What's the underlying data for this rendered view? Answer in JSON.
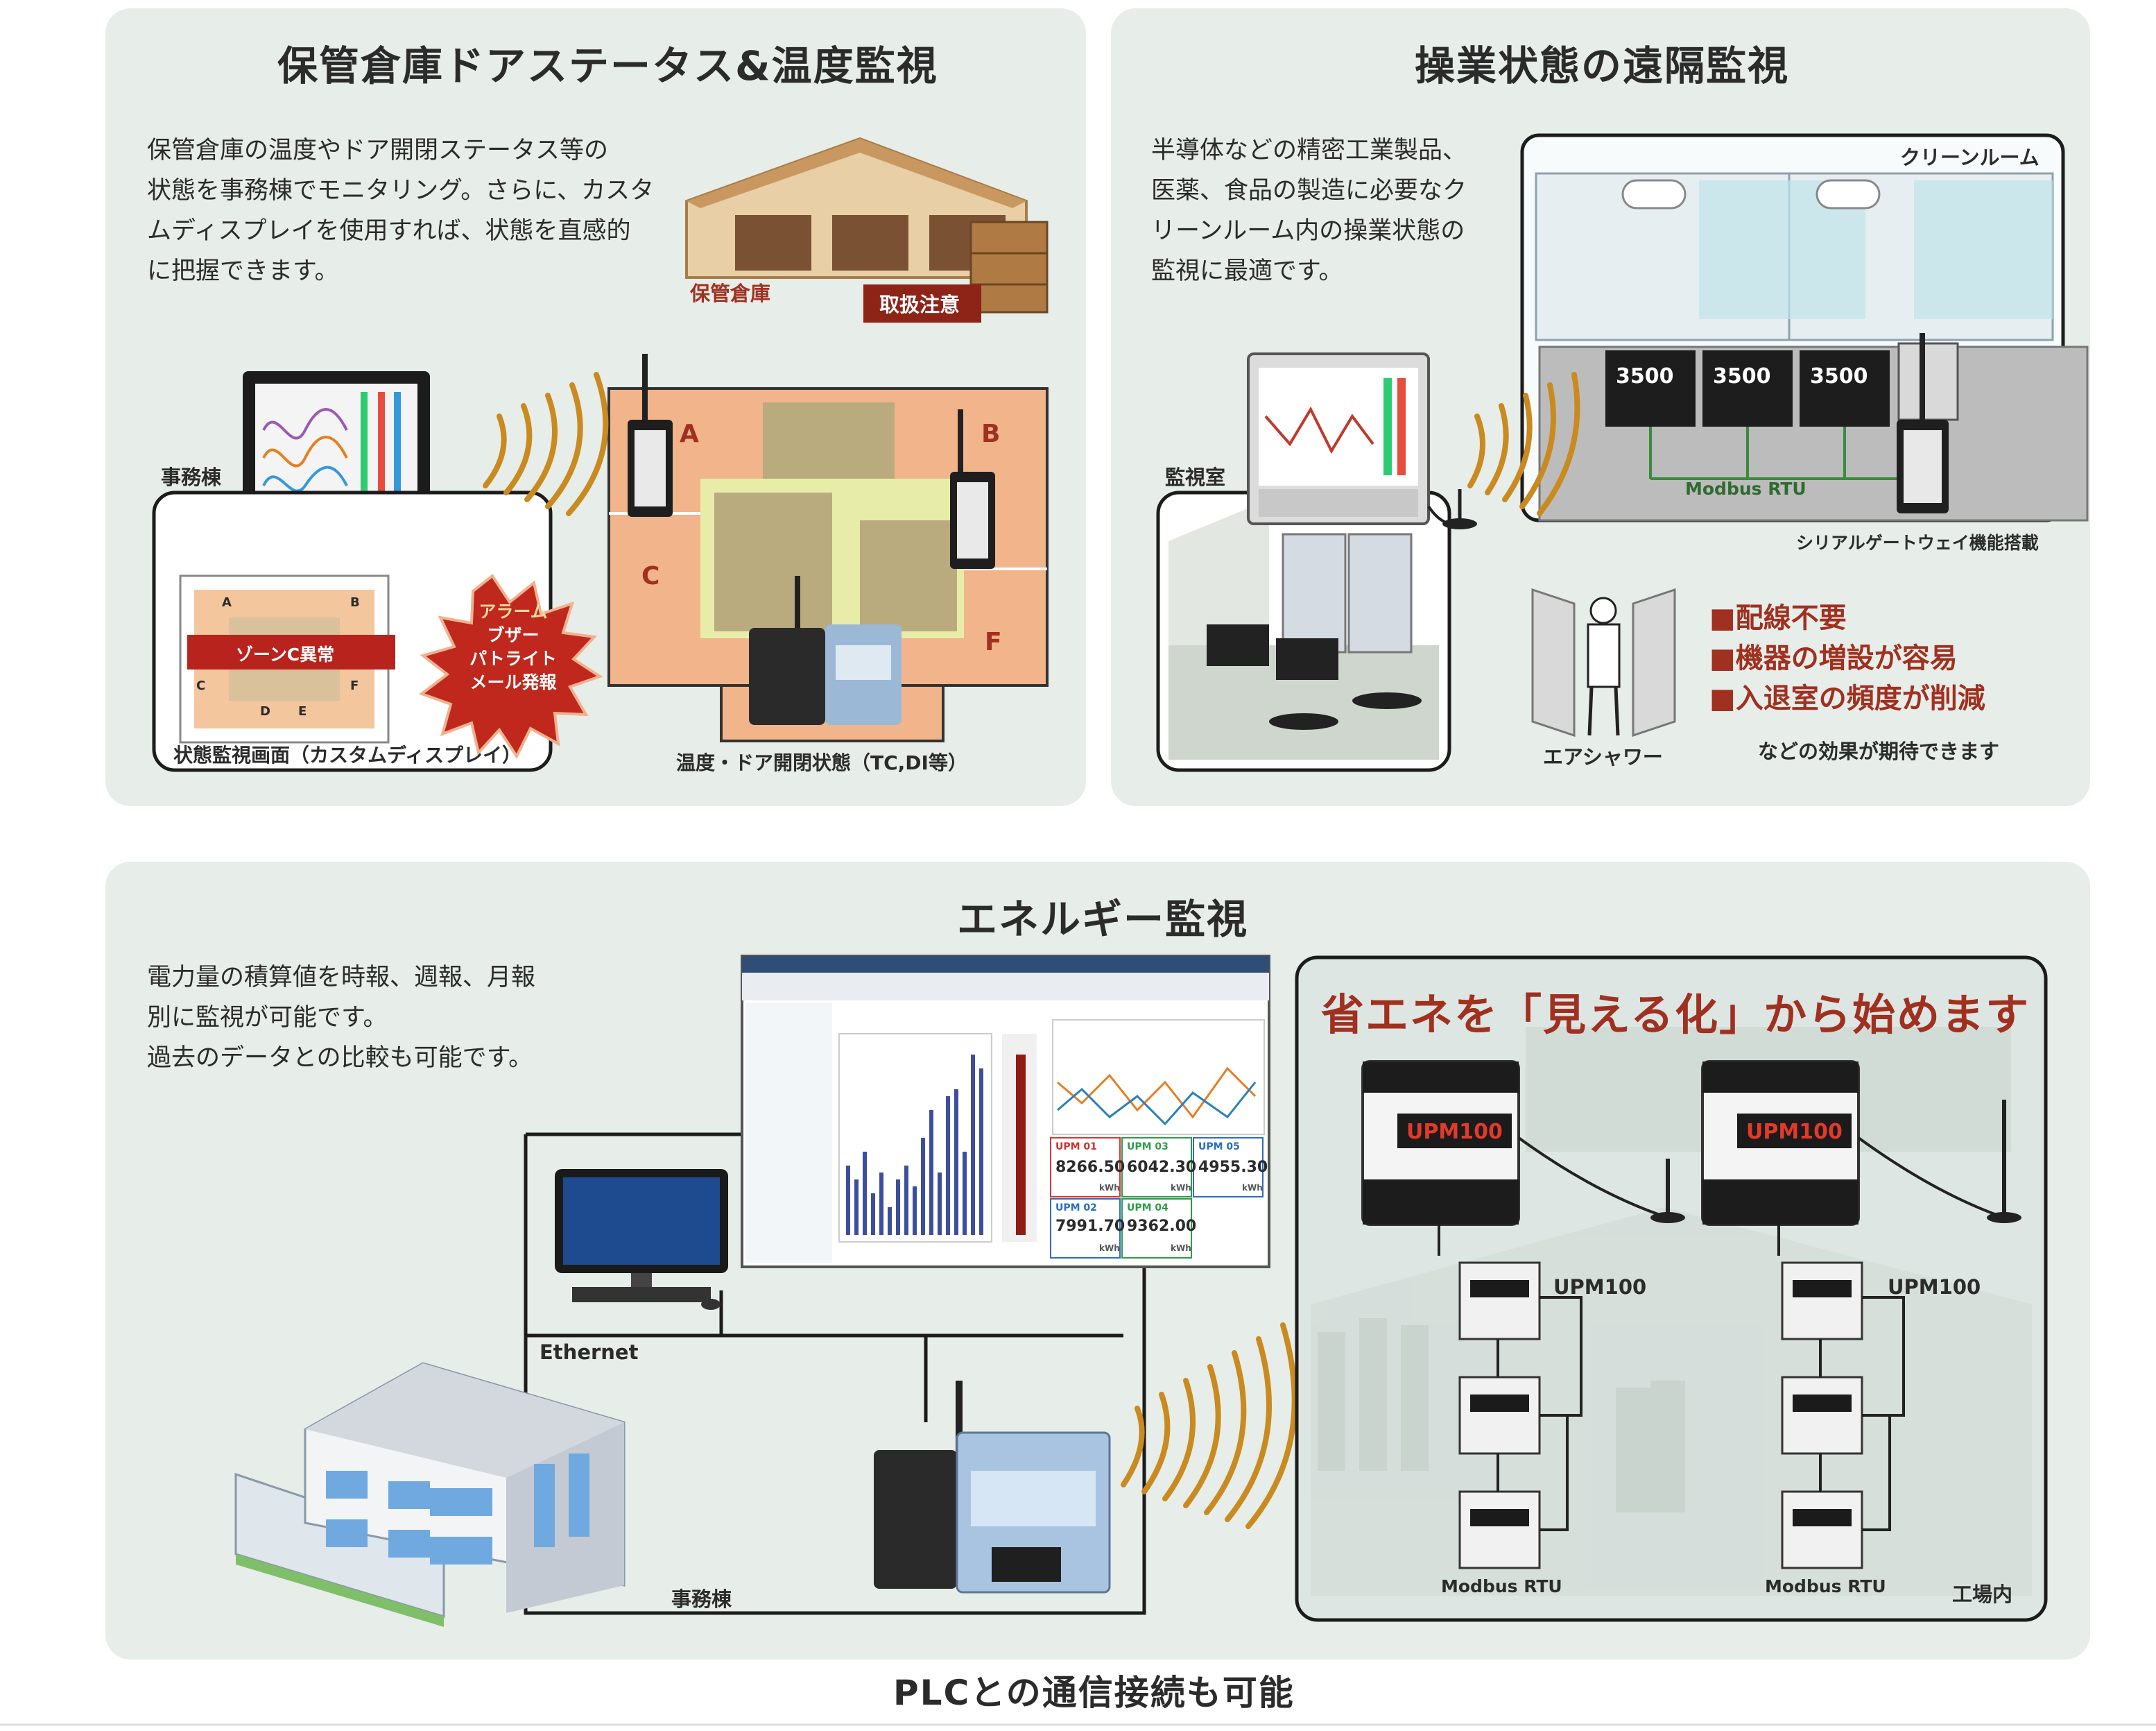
{
  "panels": {
    "warehouse": {
      "title": "保管倉庫ドアステータス&温度監視",
      "desc": [
        "保管倉庫の温度やドア開閉ステータス等の",
        "状態を事務棟でモニタリング。さらに、カスタ",
        "ムディスプレイを使用すれば、状態を直感的",
        "に把握できます。"
      ],
      "warehouse_label": "保管倉庫",
      "caution_label": "取扱注意",
      "office_label": "事務棟",
      "zone_alert": "ゾーンC異常",
      "alarm_lines": [
        "アラーム",
        "ブザー",
        "パトライト",
        "メール発報"
      ],
      "custom_display_caption": "状態監視画面（カスタムディスプレイ）",
      "temp_caption": "温度・ドア開閉状態（TC,DI等）",
      "zones": [
        "A",
        "B",
        "C",
        "F"
      ],
      "mini_zones": [
        "A",
        "B",
        "C",
        "D",
        "E",
        "F"
      ]
    },
    "operation": {
      "title": "操業状態の遠隔監視",
      "desc": [
        "半導体などの精密工業製品、",
        "医薬、食品の製造に必要なク",
        "リーンルーム内の操業状態の",
        "監視に最適です。"
      ],
      "cleanroom_label": "クリーンルーム",
      "controller_values": [
        "3500",
        "3500",
        "3500"
      ],
      "modbus_label": "Modbus RTU",
      "gateway_label": "シリアルゲートウェイ機能搭載",
      "monitor_room_label": "監視室",
      "air_shower_label": "エアシャワー",
      "benefits": [
        "■配線不要",
        "■機器の増設が容易",
        "■入退室の頻度が削減"
      ],
      "benefits_note": "などの効果が期待できます"
    },
    "energy": {
      "title": "エネルギー監視",
      "desc": [
        "電力量の積算値を時報、週報、月報",
        "別に監視が可能です。",
        "過去のデータとの比較も可能です。"
      ],
      "headline": "省エネを「見える化」から始めます",
      "readouts": [
        {
          "label": "UPM 01",
          "value": "8266.50"
        },
        {
          "label": "UPM 03",
          "value": "6042.30"
        },
        {
          "label": "UPM 05",
          "value": "4955.30"
        },
        {
          "label": "UPM 02",
          "value": "7991.70"
        },
        {
          "label": "UPM 04",
          "value": "9362.00"
        }
      ],
      "unit": "kWh",
      "ethernet_label": "Ethernet",
      "office_label": "事務棟",
      "upm_label_left": "UPM100",
      "upm_label_right": "UPM100",
      "meter_display": "UPM100",
      "modbus_left": "Modbus RTU",
      "modbus_right": "Modbus RTU",
      "factory_label": "工場内"
    }
  },
  "footer": "PLCとの通信接続も可能",
  "colors": {
    "panel_bg": "#e7ede8",
    "accent_red": "#a03020",
    "wave": "#c98a1f",
    "zone_orange": "#f1b78c",
    "zone_olive": "#b9ab7e"
  }
}
